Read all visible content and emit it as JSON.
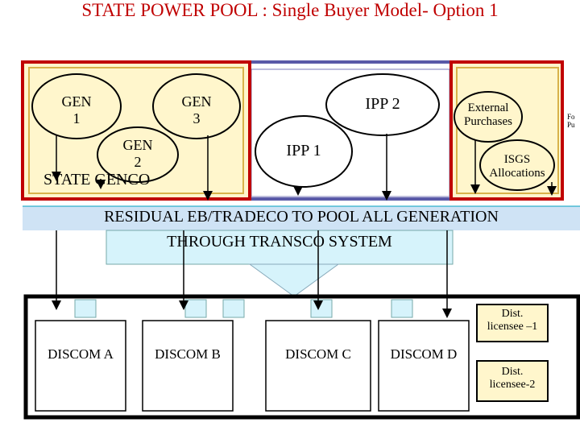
{
  "title": "STATE POWER POOL : Single Buyer Model- Option 1",
  "generators": {
    "gen1": [
      "GEN",
      "1"
    ],
    "gen3": [
      "GEN",
      "3"
    ],
    "gen2": [
      "GEN",
      "2"
    ],
    "state_genco": "STATE GENCO",
    "ipp2": "IPP 2",
    "ipp1": "IPP 1",
    "external": [
      "External",
      "Purchases"
    ],
    "isgs": [
      "ISGS",
      "Allocations"
    ],
    "side_cut": [
      "Fo",
      "Pu"
    ]
  },
  "pool": {
    "line1": "RESIDUAL EB/TRADECO TO POOL ALL GENERATION",
    "line2": "THROUGH TRANSCO SYSTEM"
  },
  "discoms": [
    "DISCOM A",
    "DISCOM  B",
    "DISCOM   C",
    "DISCOM D"
  ],
  "licensees": [
    [
      "Dist.",
      "licensee –1"
    ],
    [
      "Dist.",
      "licensee-2"
    ]
  ],
  "colors": {
    "title": "#c00000",
    "genco_border": "#c00000",
    "genco_fill": "#fff6cc",
    "gen_fill": "#fff6cc",
    "pool_fill": "#d6f3fb",
    "pool_band": "#cfe3f5",
    "ipp_border": "#5a5aa8",
    "accent": "#00a0c0"
  }
}
